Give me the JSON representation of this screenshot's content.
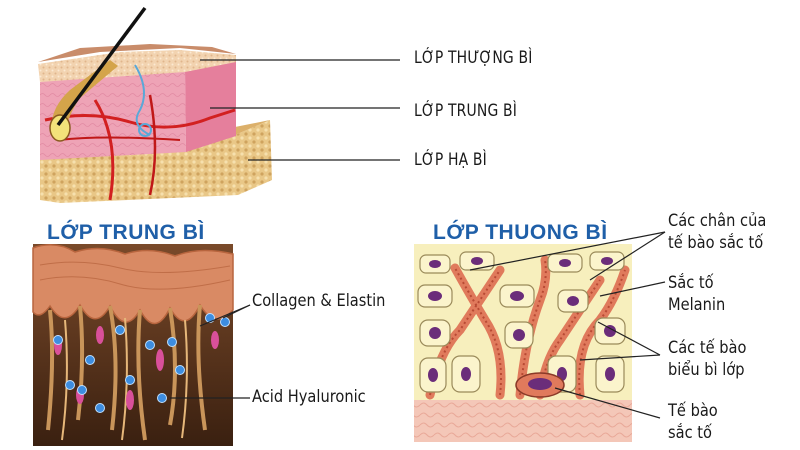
{
  "top_diagram": {
    "labels": [
      "LỚP THƯỢNG BÌ",
      "LỚP TRUNG BÌ",
      "LỚP HẠ BÌ"
    ]
  },
  "dermis_panel": {
    "title": "LỚP TRUNG BÌ",
    "labels": [
      "Collagen & Elastin",
      "Acid Hyaluronic"
    ]
  },
  "epidermis_panel": {
    "title": "LỚP THUONG BÌ",
    "labels": {
      "melanocyte_dendrites": [
        "Các chân của",
        "tế bào sắc tố"
      ],
      "melanin": [
        "Sắc tố",
        "Melanin"
      ],
      "basal_cells": [
        "Các tế bào",
        "biểu bì lớp"
      ],
      "melanocyte": [
        "Tế bào",
        "sắc tố"
      ]
    }
  },
  "colors": {
    "title_blue": "#1f5fa8",
    "skin_pink": "#f0a7b8",
    "fat_yellow": "#e8c98a",
    "dermis_tan": "#d9886a",
    "nucleus_purple": "#6b2d7a",
    "hyaluronic_blue": "#3d8de0"
  }
}
